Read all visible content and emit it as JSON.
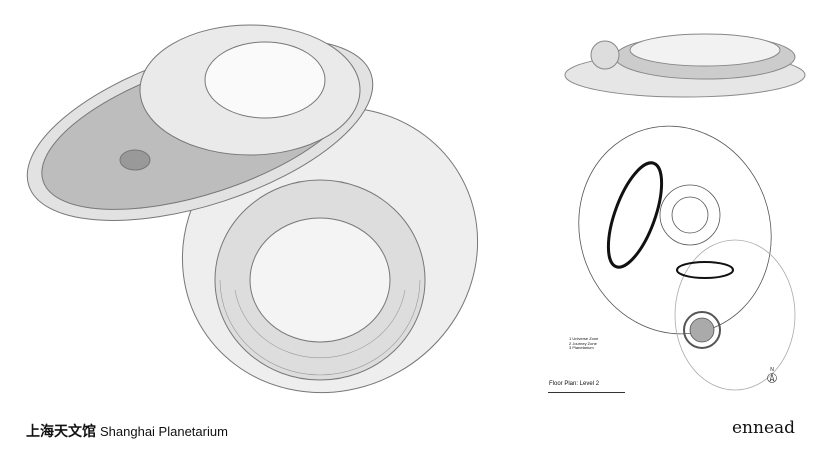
{
  "project": {
    "title_cn": "上海天文馆",
    "title_en": "Shanghai Planetarium"
  },
  "brand": "ennead",
  "floor_plan": {
    "caption": "Floor Plan: Level 2",
    "legend": [
      "1 Universe Zone",
      "2 Journey Zone",
      "3 Planetarium"
    ],
    "north_label": "N"
  },
  "colors": {
    "structure": "#888888",
    "background": "#ffffff",
    "text": "#111111"
  }
}
